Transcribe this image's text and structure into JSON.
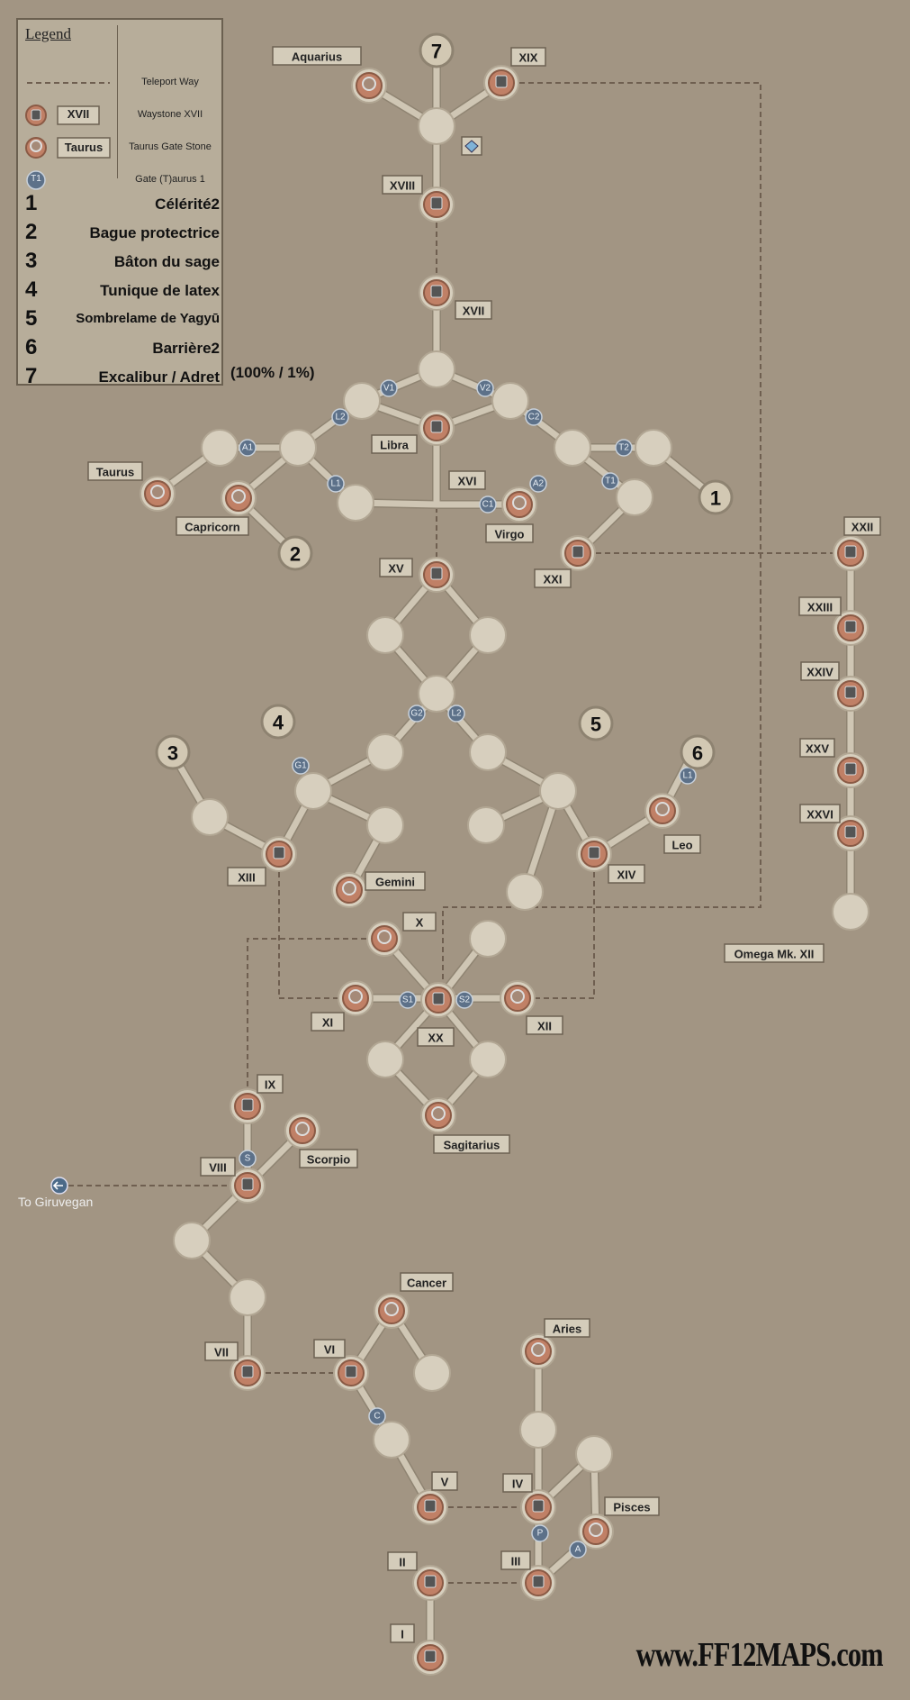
{
  "legend": {
    "title": "Legend",
    "rows": [
      {
        "desc": "Teleport Way"
      },
      {
        "badge": "XVII",
        "desc": "Waystone XVII"
      },
      {
        "badge": "Taurus",
        "desc": "Taurus Gate Stone"
      },
      {
        "badge": "T1",
        "desc": "Gate (T)aurus 1"
      }
    ],
    "items": [
      {
        "n": "1",
        "text": "Célérité2"
      },
      {
        "n": "2",
        "text": "Bague protectrice"
      },
      {
        "n": "3",
        "text": "Bâton du sage"
      },
      {
        "n": "4",
        "text": "Tunique de latex"
      },
      {
        "n": "5",
        "text": "Sombrelame de Yagyū"
      },
      {
        "n": "6",
        "text": "Barrière2"
      },
      {
        "n": "7",
        "text": "Excalibur / Adret"
      }
    ],
    "extra": "(100% / 1%)"
  },
  "labels": {
    "aquarius": "Aquarius",
    "xix": "XIX",
    "xviii": "XVIII",
    "xvii": "XVII",
    "libra": "Libra",
    "xvi": "XVI",
    "taurus": "Taurus",
    "capricorn": "Capricorn",
    "virgo": "Virgo",
    "xxi": "XXI",
    "xxii": "XXII",
    "xxiii": "XXIII",
    "xxiv": "XXIV",
    "xxv": "XXV",
    "xxvi": "XXVI",
    "omega": "Omega Mk. XII",
    "xv": "XV",
    "xiii": "XIII",
    "gemini": "Gemini",
    "leo": "Leo",
    "xiv": "XIV",
    "x": "X",
    "xi": "XI",
    "xii": "XII",
    "xx": "XX",
    "sagitarius": "Sagitarius",
    "ix": "IX",
    "viii": "VIII",
    "scorpio": "Scorpio",
    "vii": "VII",
    "vi": "VI",
    "cancer": "Cancer",
    "aries": "Aries",
    "v": "V",
    "iv": "IV",
    "pisces": "Pisces",
    "iii": "III",
    "ii": "II",
    "i": "I"
  },
  "gates": {
    "v1": "V1",
    "v2": "V2",
    "l2a": "L2",
    "c2": "C2",
    "a1": "A1",
    "t2": "T2",
    "l1a": "L1",
    "a2": "A2",
    "t1": "T1",
    "c1": "C1",
    "g1": "G1",
    "g2": "G2",
    "l2b": "L2",
    "l1b": "L1",
    "s1": "S1",
    "s2": "S2",
    "s": "S",
    "c": "C",
    "p": "P",
    "a": "A"
  },
  "numbers": {
    "n1": "1",
    "n2": "2",
    "n3": "3",
    "n4": "4",
    "n5": "5",
    "n6": "6",
    "n7": "7"
  },
  "exit_label": "To Giruvegan",
  "watermark": "www.FF12MAPS.com"
}
